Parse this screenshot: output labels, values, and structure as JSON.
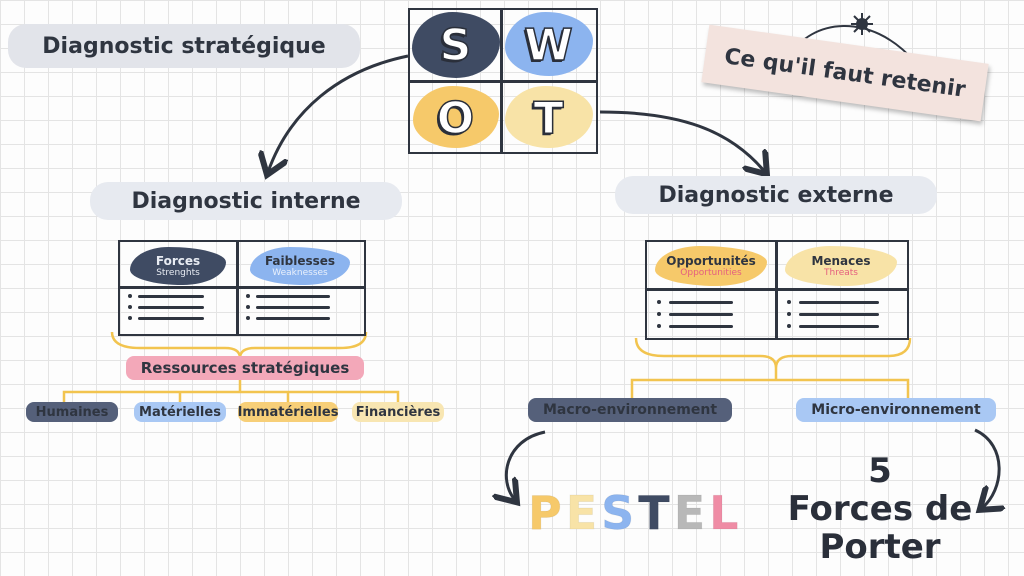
{
  "title": "Diagnostic stratégique",
  "swot": {
    "s": "S",
    "w": "W",
    "o": "O",
    "t": "T"
  },
  "note": "Ce qu'il faut retenir",
  "interne": {
    "title": "Diagnostic interne",
    "col1": {
      "label": "Forces",
      "sub": "Strenghts"
    },
    "col2": {
      "label": "Faiblesses",
      "sub": "Weaknesses"
    },
    "ressources": "Ressources stratégiques",
    "types": [
      "Humaines",
      "Matérielles",
      "Immatérielles",
      "Financières"
    ]
  },
  "externe": {
    "title": "Diagnostic externe",
    "col1": {
      "label": "Opportunités",
      "sub": "Opportunities"
    },
    "col2": {
      "label": "Menaces",
      "sub": "Threats"
    },
    "macro": "Macro-environnement",
    "micro": "Micro-environnement",
    "pestel": [
      "P",
      "E",
      "S",
      "T",
      "E",
      "L"
    ],
    "porter_num": "5",
    "porter_text1": "Forces de",
    "porter_text2": "Porter"
  },
  "colors": {
    "navy": "#3f4b63",
    "blue": "#8cb4ef",
    "yellow": "#f6c96a",
    "pale_yellow": "#f8e3a7",
    "pink": "#ef8ca5",
    "grey": "#b8b8b8"
  }
}
